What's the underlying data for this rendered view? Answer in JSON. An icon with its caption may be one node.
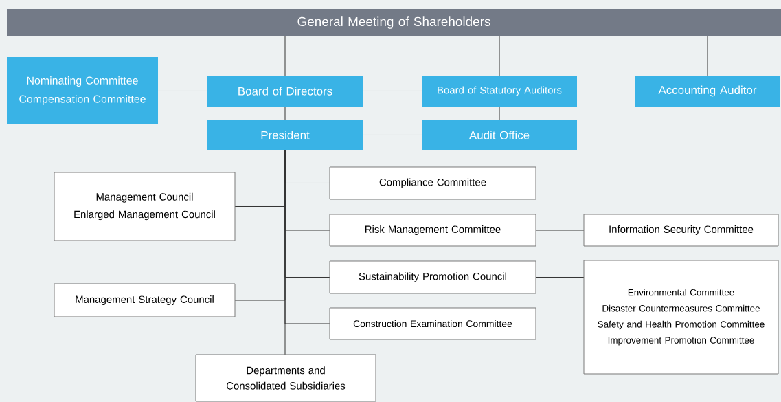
{
  "diagram": {
    "nodes": [
      {
        "text": [
          "General Meeting of Shareholders"
        ]
      },
      {
        "text": [
          "Nominating Committee",
          "Compensation Committee"
        ]
      },
      {
        "text": [
          "Board of Directors"
        ]
      },
      {
        "text": [
          "Board of Statutory Auditors"
        ]
      },
      {
        "text": [
          "Accounting Auditor"
        ]
      },
      {
        "text": [
          "President"
        ]
      },
      {
        "text": [
          "Audit Office"
        ]
      },
      {
        "text": [
          "Management Council",
          "Enlarged Management Council"
        ]
      },
      {
        "text": [
          "Compliance Committee"
        ]
      },
      {
        "text": [
          "Risk Management Committee"
        ]
      },
      {
        "text": [
          "Information Security Committee"
        ]
      },
      {
        "text": [
          "Management Strategy Council"
        ]
      },
      {
        "text": [
          "Sustainability Promotion Council"
        ]
      },
      {
        "text": [
          "Environmental Committee",
          "Disaster Countermeasures Committee",
          "Safety and Health Promotion Committee",
          "Improvement Promotion Committee"
        ]
      },
      {
        "text": [
          "Construction Examination Committee"
        ]
      },
      {
        "text": [
          "Departments and Consolidated Subsidiaries"
        ]
      }
    ],
    "edges": [
      {
        "from": 0,
        "to": 2,
        "arrow": "none"
      },
      {
        "from": 0,
        "to": 3,
        "arrow": "none"
      },
      {
        "from": 0,
        "to": 4,
        "arrow": "none"
      },
      {
        "from": 1,
        "to": 2,
        "arrow": "none"
      },
      {
        "from": 2,
        "to": 3,
        "arrow": "none"
      },
      {
        "from": 2,
        "to": 5,
        "arrow": "none"
      },
      {
        "from": 3,
        "to": 6,
        "arrow": "none"
      },
      {
        "from": 5,
        "to": 6,
        "arrow": "none"
      },
      {
        "from": 5,
        "to": 7,
        "arrow": "none"
      },
      {
        "from": 5,
        "to": 8,
        "arrow": "none"
      },
      {
        "from": 5,
        "to": 9,
        "arrow": "none"
      },
      {
        "from": 9,
        "to": 10,
        "arrow": "none"
      },
      {
        "from": 5,
        "to": 11,
        "arrow": "none"
      },
      {
        "from": 5,
        "to": 12,
        "arrow": "none"
      },
      {
        "from": 12,
        "to": 13,
        "arrow": "none"
      },
      {
        "from": 5,
        "to": 14,
        "arrow": "none"
      },
      {
        "from": 5,
        "to": 15,
        "arrow": "none"
      }
    ]
  }
}
